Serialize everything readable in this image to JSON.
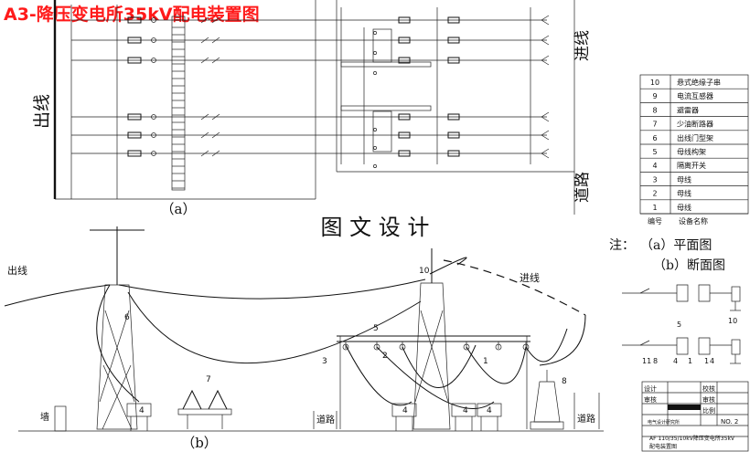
{
  "title": "A3-降压变电所35kV配电装置图",
  "design_label": "图 文 设 计",
  "plan_caption": "（a）",
  "section_caption": "（b）",
  "plan_labels": {
    "outgoing": "出线",
    "incoming": "进线",
    "road": "道路"
  },
  "section_labels": {
    "outgoing": "出线",
    "incoming": "进线",
    "wall": "墙",
    "road": "道路"
  },
  "notes": {
    "label": "注：",
    "a": "（a）平面图",
    "b": "（b）断面图"
  },
  "legend": {
    "header": {
      "no": "编号",
      "name": "设备名称"
    },
    "rows": [
      {
        "no": "10",
        "name": "悬式绝缘子串"
      },
      {
        "no": "9",
        "name": "电流互感器"
      },
      {
        "no": "8",
        "name": "避雷器"
      },
      {
        "no": "7",
        "name": "少油断路器"
      },
      {
        "no": "6",
        "name": "出线门型架"
      },
      {
        "no": "5",
        "name": "母线构架"
      },
      {
        "no": "4",
        "name": "隔离开关"
      },
      {
        "no": "3",
        "name": "母线"
      },
      {
        "no": "2",
        "name": "母线"
      },
      {
        "no": "1",
        "name": "母线"
      }
    ]
  },
  "section_numbers": [
    "6",
    "10",
    "5",
    "7",
    "3",
    "2",
    "1",
    "8",
    "4",
    "4",
    "4",
    "4"
  ],
  "schematic_numbers": [
    "5",
    "10",
    "11",
    "8",
    "4",
    "1",
    "1",
    "4"
  ],
  "titleblock": {
    "design": "设计",
    "check": "审核",
    "project": "校核",
    "review": "审核",
    "ratio": "比例",
    "drawing_no": "NO. 2",
    "footer1": "AF 110/35/10kV降压变电所35kV",
    "footer2": "配电装置图",
    "company": "电气设计研究所"
  }
}
